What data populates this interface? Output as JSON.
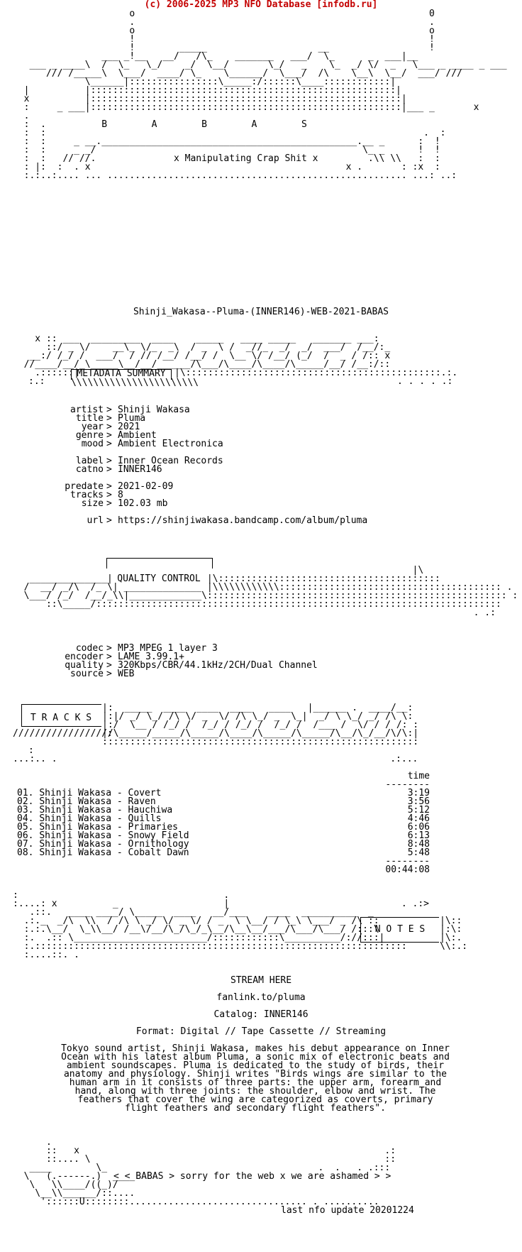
{
  "header": "(c) 2006-2025 MP3 NFO Database [infodb.ru]",
  "logo": {
    "ascii": "                     o                                                     0\n                     .                                                     .\n                     o                                                     o\n                     !                                                     !\n                     !        _____                    __                  !\n                ___ _!__   __/   /\\_    _______   ___/  \\_      _  ___|__\n   ___ _ ____\\  /  \\_   \\_/    _/  \\__/       \\_/   _    \\_  _/ \\/  _   \\___ _ ____ _ ___\n      /// /_____\\  \\___/  ____/ \\_    \\______/  \\___/  /\\    \\__\\  \\__/  ___/ ///\n             \\______|::::::::::::::::\\_____:/::::::\\____::::::::::::|\n  |          |:::::::::::::::::::::::::::::::::::::::::::::::::::::::|\n  x          |::::::::::::::::::::::::::::::::::::::::::::::::::::::::|\n  :     _ ___|::::::::::::::::::::::::::::::::::::::::::::::::::::::::|___ _       x\n  .\n  :  .          B        A        B        A        S\n  :  :                                                                    .  :\n  :  :     _ __.______________________________________________.__ _      :  !\n  :  :     _ _/                                                \\_ _      !  !\n  :  :   // //.              x Manipulating Crap Shit x         .\\\\ \\\\   :  :\n  : |:  :  . x                                              x .       : :x  :\n  :.:..:.... ... ...................................................... ...: ..:",
    "letters": [
      "B",
      "A",
      "B",
      "A",
      "S"
    ],
    "tagline": "x Manipulating Crap Shit x"
  },
  "release_name": "Shinji_Wakasa--Pluma-(INNER146)-WEB-2021-BABAS",
  "metadata_section": {
    "title": "METADATA SUMMARY",
    "fields": [
      {
        "key": "artist",
        "value": "Shinji Wakasa"
      },
      {
        "key": "title",
        "value": "Pluma"
      },
      {
        "key": "year",
        "value": "2021"
      },
      {
        "key": "genre",
        "value": "Ambient"
      },
      {
        "key": "mood",
        "value": "Ambient Electronica"
      },
      {
        "key": "label",
        "value": "Inner Ocean Records"
      },
      {
        "key": "catno",
        "value": "INNER146"
      },
      {
        "key": "predate",
        "value": "2021-02-09"
      },
      {
        "key": "tracks",
        "value": "8"
      },
      {
        "key": "size",
        "value": "102.03 mb"
      },
      {
        "key": "url",
        "value": "https://shinjiwakasa.bandcamp.com/album/pluma"
      }
    ]
  },
  "quality_section": {
    "title": "QUALITY CONTROL",
    "fields": [
      {
        "key": "codec",
        "value": "MP3 MPEG 1 layer 3"
      },
      {
        "key": "encoder",
        "value": "LAME 3.99.1+"
      },
      {
        "key": "quality",
        "value": "320Kbps/CBR/44.1kHz/2CH/Dual Channel"
      },
      {
        "key": "source",
        "value": "WEB"
      }
    ]
  },
  "tracks_section": {
    "title": "T R A C K S",
    "time_header": "time",
    "divider": "--------",
    "tracks": [
      {
        "no": "01.",
        "name": "Shinji Wakasa - Covert",
        "time": "3:19"
      },
      {
        "no": "02.",
        "name": "Shinji Wakasa - Raven",
        "time": "3:56"
      },
      {
        "no": "03.",
        "name": "Shinji Wakasa - Hauchiwa",
        "time": "5:12"
      },
      {
        "no": "04.",
        "name": "Shinji Wakasa - Quills",
        "time": "4:46"
      },
      {
        "no": "05.",
        "name": "Shinji Wakasa - Primaries",
        "time": "6:06"
      },
      {
        "no": "06.",
        "name": "Shinji Wakasa - Snowy Field",
        "time": "6:13"
      },
      {
        "no": "07.",
        "name": "Shinji Wakasa - Ornithology",
        "time": "8:48"
      },
      {
        "no": "08.",
        "name": "Shinji Wakasa - Cobalt Dawn",
        "time": "5:48"
      }
    ],
    "total": "00:44:08"
  },
  "notes_section": {
    "title": "N O T E S",
    "stream": "STREAM HERE",
    "link": "fanlink.to/pluma",
    "catalog": "Catalog: INNER146",
    "format": "Format: Digital // Tape Cassette // Streaming",
    "description": [
      "Tokyo sound artist, Shinji Wakasa, makes his debut appearance on Inner",
      "Ocean with his latest album Pluma, a sonic mix of electronic beats and",
      "ambient soundscapes. Pluma is dedicated to the study of birds, their",
      "anatomy and physiology. Shinji writes \"Birds wings are similar to the",
      "human arm in it consists of three parts: the upper arm, forearm and",
      "hand, along with three joints: the shoulder, elbow and wrist. The",
      "feathers that cover the wing are categorized as coverts, primary",
      "flight feathers and secondary flight feathers\"."
    ]
  },
  "footer": {
    "message": "< < BABAS > sorry for the web x we are ashamed > >",
    "update": "last nfo update 20201224"
  }
}
